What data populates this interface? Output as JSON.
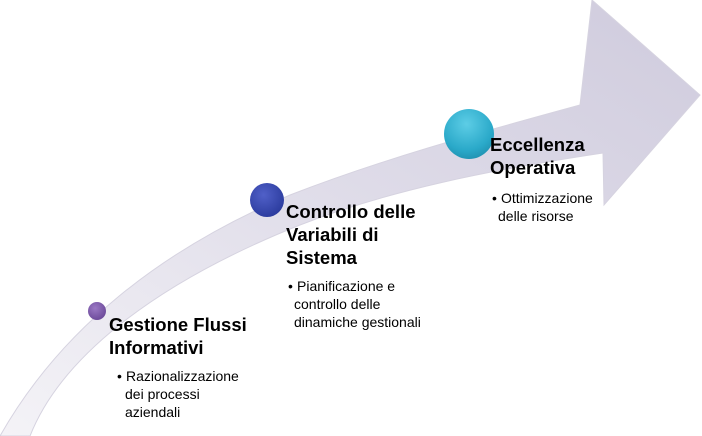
{
  "stages": [
    {
      "title": "Gestione Flussi\nInformativi",
      "bullet": "Razionalizzazione\ndei processi\naziendali",
      "circle_color": "#7b55a8"
    },
    {
      "title": "Controllo delle\nVariabili di\nSistema",
      "bullet": "Pianificazione e\ncontrollo delle\ndinamiche gestionali",
      "circle_color": "#3848b2"
    },
    {
      "title": "Eccellenza\nOperativa",
      "bullet": "Ottimizzazione\ndelle risorse",
      "circle_color": "#2eb0cf"
    }
  ],
  "colors": {
    "arrow_fill": "#dcdae6",
    "arrow_edge": "#c8c4d6"
  },
  "bullet_glyph": "•"
}
